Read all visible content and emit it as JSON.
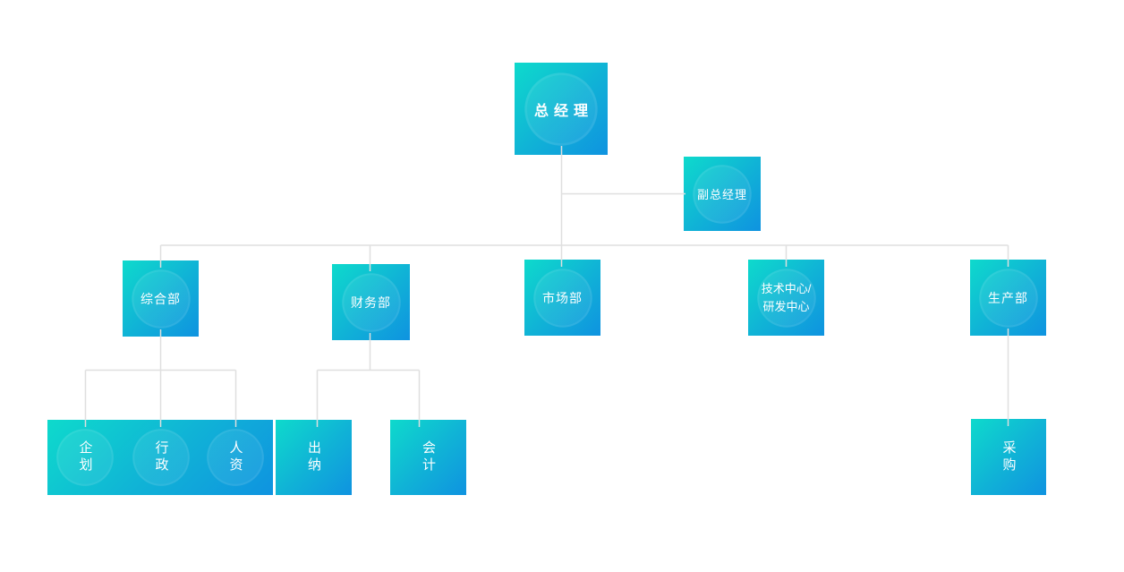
{
  "page": {
    "background_color": "#ffffff",
    "type": "organization-chart"
  },
  "colors": {
    "node_gradient_start": "#0edacc",
    "node_gradient_end": "#0f93e0",
    "connector_line": "#dfdfdf",
    "node_text": "#ffffff"
  },
  "org_chart": {
    "root": {
      "id": "ceo",
      "label": "总经理"
    },
    "deputy": {
      "id": "vice",
      "label": "副总经理",
      "reports_to": "ceo"
    },
    "departments": [
      {
        "id": "general",
        "label": "综合部",
        "reports_to": "ceo"
      },
      {
        "id": "finance",
        "label": "财务部",
        "reports_to": "ceo"
      },
      {
        "id": "market",
        "label": "市场部",
        "reports_to": "ceo"
      },
      {
        "id": "tech",
        "label": "技术中心/\n研发中心",
        "reports_to": "ceo"
      },
      {
        "id": "prod",
        "label": "生产部",
        "reports_to": "ceo"
      }
    ],
    "sub_units": [
      {
        "id": "planning",
        "label": "企划",
        "reports_to": "general"
      },
      {
        "id": "admin",
        "label": "行政",
        "reports_to": "general"
      },
      {
        "id": "hr",
        "label": "人资",
        "reports_to": "general"
      },
      {
        "id": "cashier",
        "label": "出纳",
        "reports_to": "finance"
      },
      {
        "id": "account",
        "label": "会计",
        "reports_to": "finance"
      },
      {
        "id": "purchase",
        "label": "采购",
        "reports_to": "prod"
      }
    ]
  }
}
